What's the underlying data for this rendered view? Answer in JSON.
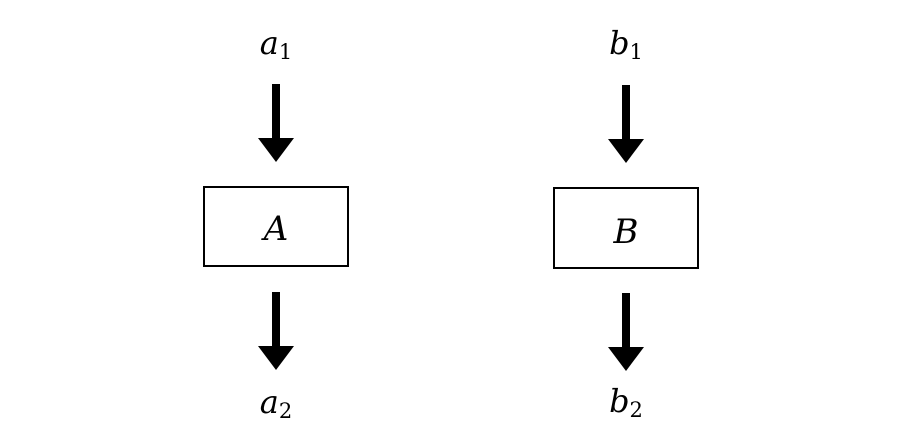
{
  "systems": [
    {
      "input": {
        "symbol": "a",
        "subscript": "1"
      },
      "block": {
        "label": "A"
      },
      "output": {
        "symbol": "a",
        "subscript": "2"
      }
    },
    {
      "input": {
        "symbol": "b",
        "subscript": "1"
      },
      "block": {
        "label": "B"
      },
      "output": {
        "symbol": "b",
        "subscript": "2"
      }
    }
  ],
  "colors": {
    "ink": "#000000",
    "background": "#ffffff"
  }
}
